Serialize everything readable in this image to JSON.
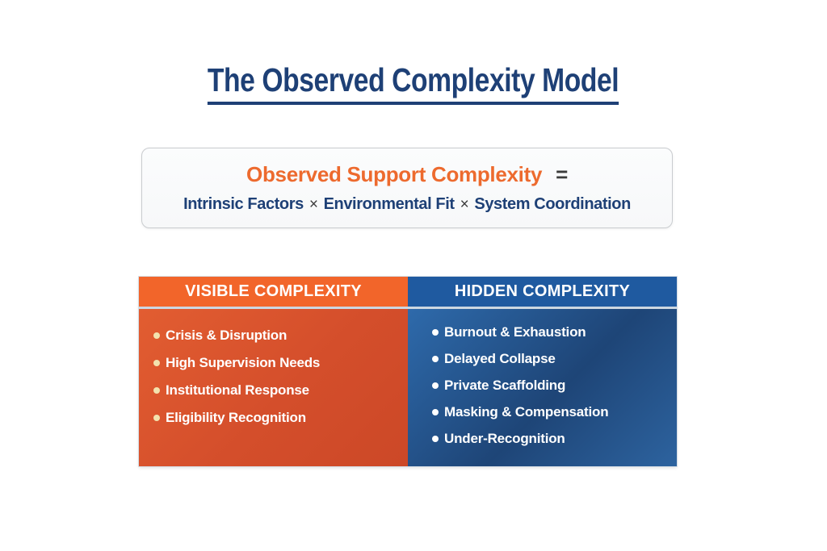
{
  "title": {
    "text": "The Observed Complexity Model"
  },
  "formula": {
    "lhs": "Observed Support Complexity",
    "equals_sign": "=",
    "multiply_sign": "×",
    "terms": [
      "Intrinsic Factors",
      "Environmental Fit",
      "System Coordination"
    ]
  },
  "table": {
    "visible": {
      "header": "VISIBLE COMPLEXITY",
      "items": [
        "Crisis & Disruption",
        "High Supervision Needs",
        "Institutional Response",
        "Eligibility Recognition"
      ]
    },
    "hidden": {
      "header": "HIDDEN COMPLEXITY",
      "items": [
        "Burnout & Exhaustion",
        "Delayed Collapse",
        "Private Scaffolding",
        "Masking & Compensation",
        "Under-Recognition"
      ]
    }
  },
  "colors": {
    "title_navy": "#1e4076",
    "formula_orange": "#ed6a2e",
    "operator_gray": "#3b3b3b",
    "header_orange": "#f2652a",
    "header_blue": "#1f5aa0",
    "body_orange": "#d44e2b",
    "body_blue": "#1e4577",
    "bullet_cream": "#f3e2ae",
    "bullet_white": "#ffffff"
  }
}
